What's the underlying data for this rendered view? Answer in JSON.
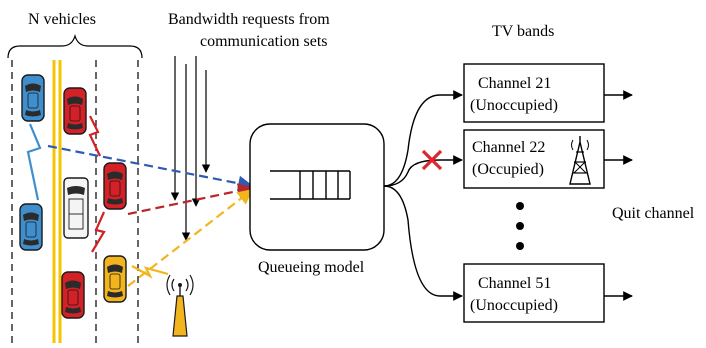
{
  "labels": {
    "vehicles": "N vehicles",
    "requests_line1": "Bandwidth requests from",
    "requests_line2": "communication sets",
    "tv_bands": "TV bands",
    "queueing_model": "Queueing model",
    "quit_channel": "Quit channel"
  },
  "channels": [
    {
      "name": "Channel 21",
      "status": "(Unoccupied)"
    },
    {
      "name": "Channel 22",
      "status": "(Occupied)"
    },
    {
      "name": "Channel 51",
      "status": "(Unoccupied)"
    }
  ],
  "colors": {
    "blue": "#3f8fce",
    "red": "#d42027",
    "yellow": "#f2b51d",
    "road_line": "#f5c400",
    "dash_blue": "#2f5bb0",
    "dash_red": "#b8272b",
    "dash_yellow": "#f2b51d",
    "cross": "#e0262c"
  }
}
